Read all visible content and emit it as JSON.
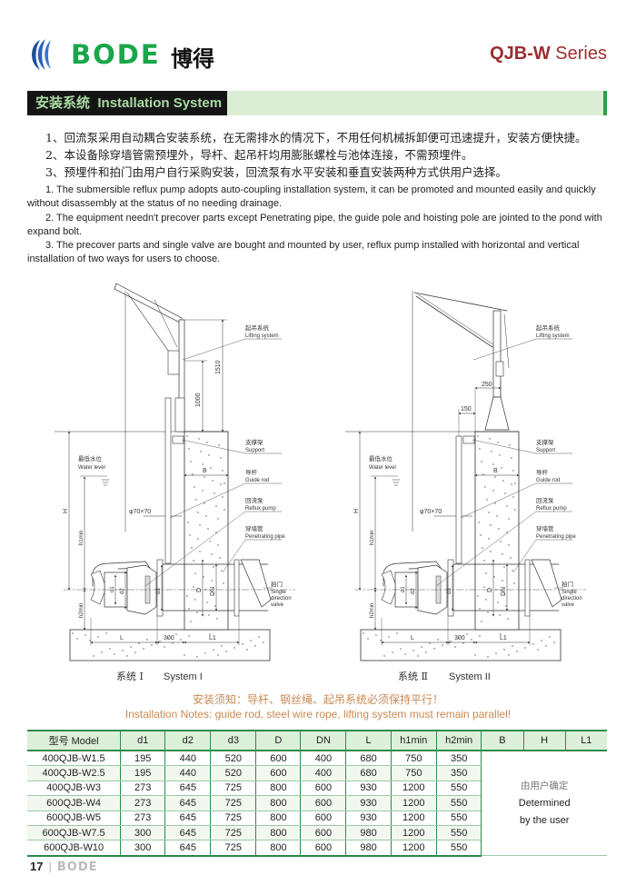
{
  "header": {
    "brand": "BODE",
    "brand_cn": "博得",
    "series_bold": "QJB-W",
    "series_rest": " Series",
    "brand_color": "#1aa64a",
    "series_color": "#9b2d30"
  },
  "section": {
    "title_cn": "安装系统",
    "title_en": "Installation System"
  },
  "intro_cn": [
    "1、回流泵采用自动耦合安装系统，在无需排水的情况下，不用任何机械拆卸便可迅速提升，安装方便快捷。",
    "2、本设备除穿墙管需预埋外，导杆、起吊杆均用膨胀螺栓与池体连接，不需预埋件。",
    "3、预埋件和拍门由用户自行采购安装，回流泵有水平安装和垂直安装两种方式供用户选择。"
  ],
  "intro_en": [
    "1. The submersible reflux pump adopts auto-coupling installation system, it can be promoted and mounted easily and quickly without disassembly at the status of no needing drainage.",
    "2. The equipment needn't precover parts except Penetrating pipe, the guide pole and hoisting pole are jointed to the pond with expand bolt.",
    "3. The precover parts and single valve are bought and mounted by user, reflux pump installed with horizontal and vertical installation of two ways for users to choose."
  ],
  "diagrams": [
    {
      "caption_cn": "系统 Ⅰ",
      "caption_en": "System I",
      "dims": {
        "top1": "1510",
        "top2": "1000",
        "B": "B",
        "H": "H",
        "h1": "h1min",
        "h2": "h2min",
        "rod": "φ70×70",
        "L": "L",
        "mid": "300",
        "L1": "L1",
        "d1": "d1",
        "d2": "d2",
        "d3": "d3",
        "D": "D",
        "DN": "DN"
      },
      "labels": {
        "lifting_cn": "起吊系统",
        "lifting_en": "Lifting system",
        "support_cn": "支撑架",
        "support_en": "Support",
        "guide_cn": "导杆",
        "guide_en": "Guide rod",
        "pump_cn": "回流泵",
        "pump_en": "Reflux pump",
        "pipe_cn": "穿墙管",
        "pipe_en": "Penetrating pipe",
        "valve_cn": "拍门",
        "valve_en1": "Single",
        "valve_en2": "direction",
        "valve_en3": "valve",
        "water_cn": "最低水位",
        "water_en": "Water level"
      }
    },
    {
      "caption_cn": "系统 Ⅱ",
      "caption_en": "System II",
      "dims": {
        "top1": "250",
        "top2": "150",
        "B": "B",
        "H": "H",
        "h1": "h1min",
        "h2": "h2min",
        "rod": "φ70×70",
        "L": "L",
        "mid": "300",
        "L1": "L1",
        "d1": "d1",
        "d2": "d2",
        "d3": "d3",
        "D": "D",
        "DN": "DN"
      },
      "labels": {
        "lifting_cn": "起吊系统",
        "lifting_en": "Lifting system",
        "support_cn": "支撑架",
        "support_en": "Support",
        "guide_cn": "导杆",
        "guide_en": "Guide rod",
        "pump_cn": "回流泵",
        "pump_en": "Reflux pump",
        "pipe_cn": "穿墙管",
        "pipe_en": "Penetrating pipe",
        "valve_cn": "拍门",
        "valve_en1": "Single",
        "valve_en2": "direction",
        "valve_en3": "valve",
        "water_cn": "最低水位",
        "water_en": "Water level"
      }
    }
  ],
  "notes": {
    "cn": "安装须知：导杆、钢丝绳、起吊系统必须保持平行！",
    "en": "Installation Notes: guide rod, steel wire rope, lifting system must remain parallel!",
    "color": "#c98a52"
  },
  "table": {
    "headers": [
      "型号 Model",
      "d1",
      "d2",
      "d3",
      "D",
      "DN",
      "L",
      "h1min",
      "h2min",
      "B",
      "H",
      "L1"
    ],
    "rows": [
      [
        "400QJB-W1.5",
        "195",
        "440",
        "520",
        "600",
        "400",
        "680",
        "750",
        "350"
      ],
      [
        "400QJB-W2.5",
        "195",
        "440",
        "520",
        "600",
        "400",
        "680",
        "750",
        "350"
      ],
      [
        "400QJB-W3",
        "273",
        "645",
        "725",
        "800",
        "600",
        "930",
        "1200",
        "550"
      ],
      [
        "600QJB-W4",
        "273",
        "645",
        "725",
        "800",
        "600",
        "930",
        "1200",
        "550"
      ],
      [
        "600QJB-W5",
        "273",
        "645",
        "725",
        "800",
        "600",
        "930",
        "1200",
        "550"
      ],
      [
        "600QJB-W7.5",
        "300",
        "645",
        "725",
        "800",
        "600",
        "980",
        "1200",
        "550"
      ],
      [
        "600QJB-W10",
        "300",
        "645",
        "725",
        "800",
        "600",
        "980",
        "1200",
        "550"
      ]
    ],
    "merged_cn": "由用户确定",
    "merged_en1": "Determined",
    "merged_en2": "by the user"
  },
  "footer": {
    "page": "17",
    "brand": "BODE"
  }
}
